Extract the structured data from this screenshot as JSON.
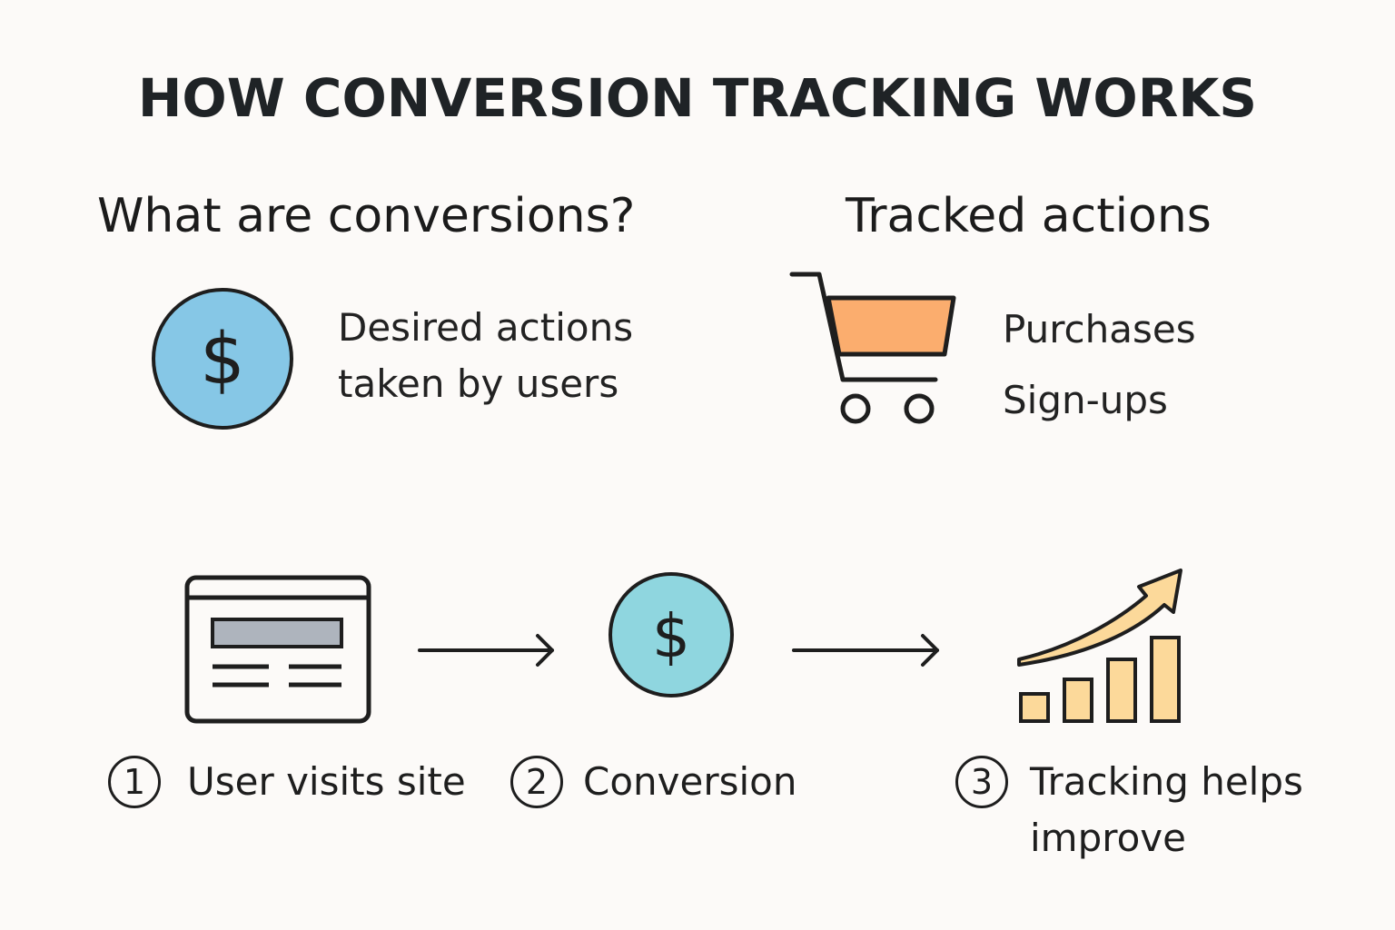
{
  "title": "HOW CONVERSION TRACKING WORKS",
  "left_section": {
    "heading": "What are conversions?",
    "description_line1": "Desired actions",
    "description_line2": "taken by users",
    "icon": "dollar-coin-icon",
    "icon_color": "#86c7e6"
  },
  "right_section": {
    "heading": "Tracked actions",
    "actions": [
      "Purchases",
      "Sign-ups"
    ],
    "icon": "shopping-cart-icon",
    "icon_color": "#fbad6e"
  },
  "steps": [
    {
      "number": "1",
      "label": "User visits site",
      "icon": "webpage-icon"
    },
    {
      "number": "2",
      "label": "Conversion",
      "icon": "dollar-coin-icon",
      "icon_color": "#8fd6df"
    },
    {
      "number": "3",
      "label_line1": "Tracking helps",
      "label_line2": "improve",
      "icon": "growth-chart-icon",
      "icon_color": "#fcd99a"
    }
  ]
}
